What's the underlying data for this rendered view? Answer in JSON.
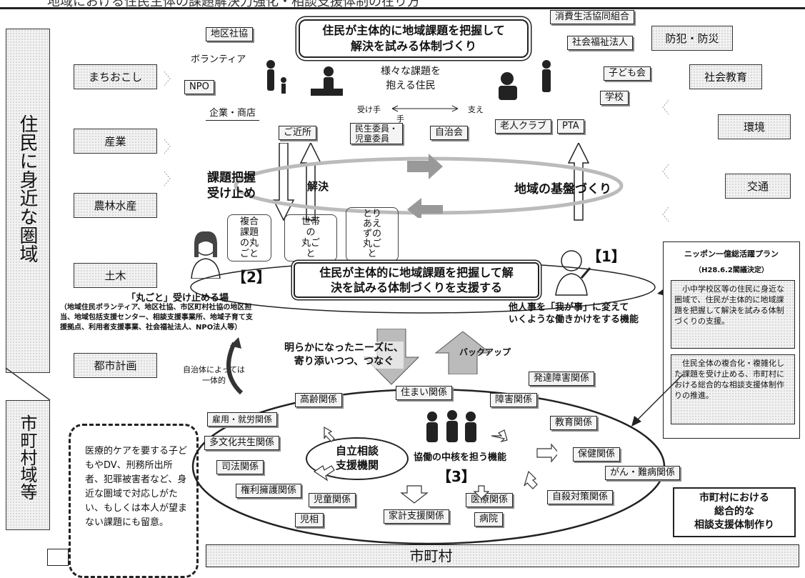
{
  "header_text": "地域における住民主体の課題解決力強化・相談支援体制の在り方",
  "left_panel": {
    "top_label": "住民に身近な圏域",
    "bottom_label": "市町村域等"
  },
  "left_fields": [
    "まちおこし",
    "産業",
    "農林水産",
    "土木",
    "都市計画"
  ],
  "right_fields": [
    "防犯・防災",
    "社会教育",
    "環境",
    "交通"
  ],
  "top_title": "住民が主体的に地域課題を把握して\n解決を試みる体制づくり",
  "top_center_text": "様々な課題を\n抱える住民",
  "support_giver": "受け手",
  "support_taker": "支え",
  "support_hand": "手",
  "community_tags": {
    "chiku_shakyo": "地区社協",
    "volunteer": "ボランティア",
    "npo": "NPO",
    "business": "企業・商店",
    "consumer_coop": "消費生活協同組合",
    "social_welfare": "社会福祉法人",
    "kids_club": "子ども会",
    "school": "学校",
    "neighbors": "ご近所",
    "minsei": "民生委員・\n児童委員",
    "jichikai": "自治会",
    "elderly_club": "老人クラブ",
    "pta": "PTA"
  },
  "flow": {
    "kadai_haaku": "課題把握\n受け止め",
    "kaiketsu": "解決",
    "kiban": "地域の基盤づくり"
  },
  "marugoto_boxes": [
    "複合\n課題\nの丸\nごと",
    "世帯\nの\n丸ご\nと",
    "とり\nあえ\nずの\n丸ご\nと"
  ],
  "labels": {
    "one": "【1】",
    "two": "【2】",
    "three": "【3】"
  },
  "center_oval": "住民が主体的に地域課題を把握して解\n決を試みる体制づくりを支援する",
  "tanin_text": "他人事を「我が事」に変えて\nいくような働きかけをする機能",
  "marugoto_place": "「丸ごと」受け止める場",
  "marugoto_place_detail": "（地域住民ボランティア、地区社協、市区町村社協の地区担\n当、地域包括支援センター、相談支援事業所、地域子育て支\n援拠点、利用者支援事業、社会福祉法人、NPO法人等）",
  "needs_text": "明らかになったニーズに、\n寄り添いつつ、つなぐ",
  "backup_text": "バックアップ",
  "jichitai_text": "自治体によっては\n一体的",
  "plan_box": {
    "title": "ニッポン一億総活躍プラン",
    "subtitle": "（H28.6.2閣議決定）",
    "body": "　小中学校区等の住民に身近な圏域で、住民が主体的に地域課題を把握して解決を試みる体制づくりの支援。",
    "body2": "　住民全体の複合化・複雑化した課題を受け止める、市町村における総合的な相談支援体制作りの推進。"
  },
  "center_support": "自立相談\n支援機関",
  "kyodo_text": "協働の中核を担う機能",
  "agencies": {
    "koreisha": "高齢関係",
    "sumai": "住まい関係",
    "shogai": "障害関係",
    "hattatsu": "発達障害関係",
    "koyo": "雇用・就労関係",
    "kyoiku": "教育関係",
    "tabunka": "多文化共生関係",
    "hoken": "保健関係",
    "shiho": "司法関係",
    "gan": "がん・難病関係",
    "kenri": "権利擁護関係",
    "jido": "児童関係",
    "iryo": "医療関係",
    "jisatsu": "自殺対策関係",
    "jiso": "児相",
    "kakei": "家計支援関係",
    "byoin": "病院"
  },
  "note_text": "医療的ケアを要する子どもやDV、刑務所出所者、犯罪被害者など、身近な圏域で対応しがたい、もしくは本人が望まない課題にも留意。",
  "bottom_right_box": "市町村における\n総合的な\n相談支援体制作り",
  "bottom_bar": "市町村"
}
